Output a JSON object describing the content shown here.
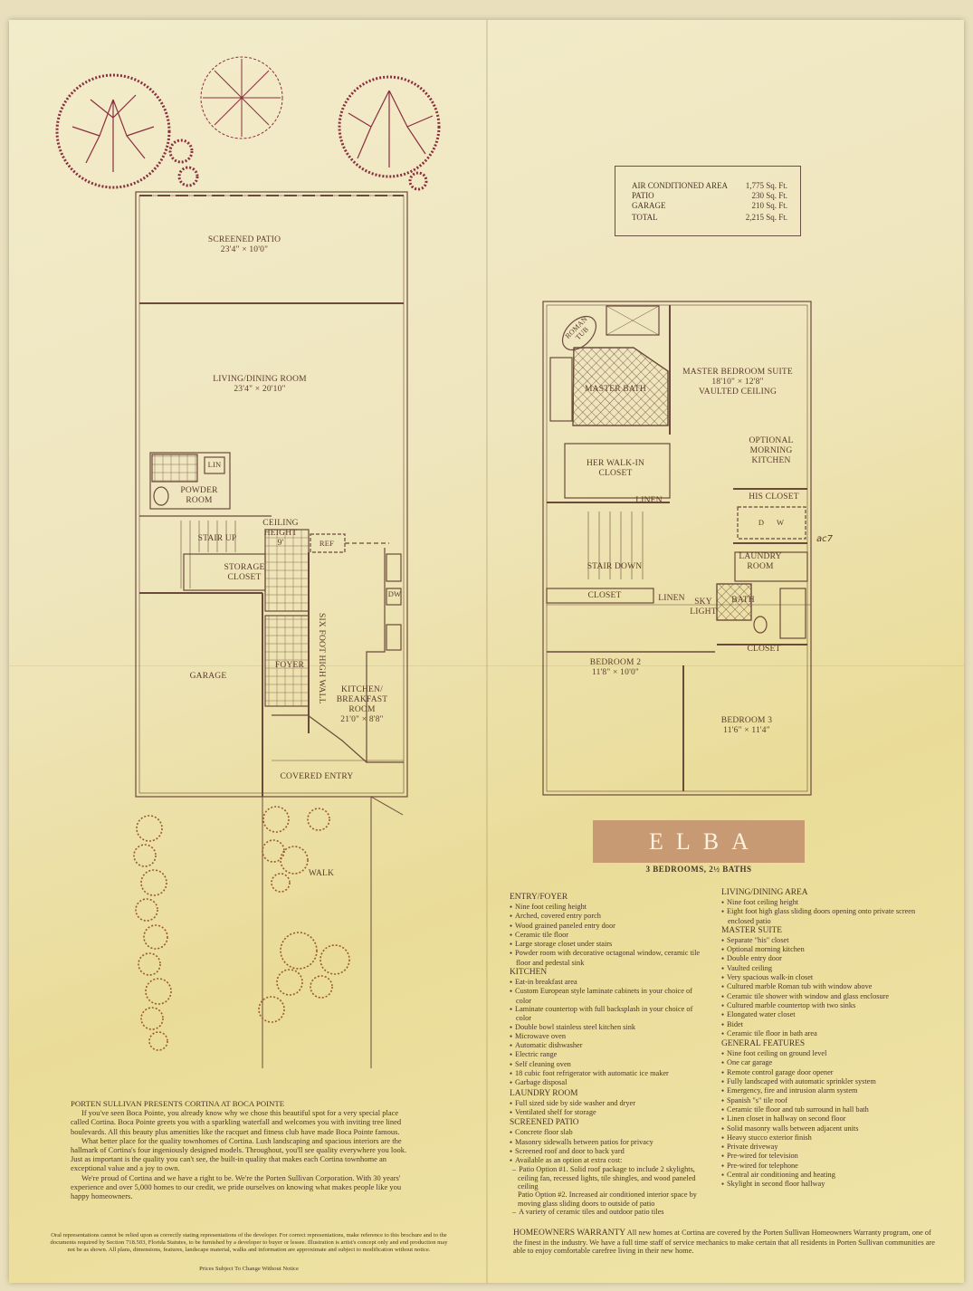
{
  "area_table": {
    "rows": [
      {
        "label": "AIR CONDITIONED AREA",
        "value": "1,775 Sq. Ft."
      },
      {
        "label": "PATIO",
        "value": "230 Sq. Ft."
      },
      {
        "label": "GARAGE",
        "value": "210 Sq. Ft."
      }
    ],
    "total": {
      "label": "TOTAL",
      "value": "2,215 Sq. Ft."
    }
  },
  "ground_floor": {
    "screened_patio": {
      "name": "SCREENED PATIO",
      "dim": "23'4\" × 10'0\""
    },
    "living_dining": {
      "name": "LIVING/DINING ROOM",
      "dim": "23'4\" × 20'10\""
    },
    "lin": "LIN",
    "powder_room": "POWDER ROOM",
    "ceiling_height": {
      "label": "CEILING HEIGHT",
      "value": "9'"
    },
    "stair_up": "STAIR UP",
    "ref": "REF",
    "storage_closet": "STORAGE CLOSET",
    "dw": "DW",
    "six_foot_wall": "SIX FOOT HIGH WALL",
    "garage": "GARAGE",
    "foyer": "FOYER",
    "kitchen": {
      "name": "KITCHEN/ BREAKFAST ROOM",
      "dim": "21'0\" × 8'8\""
    },
    "covered_entry": "COVERED ENTRY",
    "walk": "WALK"
  },
  "second_floor": {
    "roman_tub": "ROMAN TUB",
    "master_bath": "MASTER BATH",
    "master_suite": {
      "name": "MASTER BEDROOM SUITE",
      "dim": "18'10\" × 12'8\"",
      "note": "VAULTED CEILING"
    },
    "her_closet": "HER WALK-IN CLOSET",
    "optional_kitchen": "OPTIONAL MORNING KITCHEN",
    "linen_top": "LINEN",
    "his_closet": "HIS CLOSET",
    "dw_label": "D W",
    "laundry": "LAUNDRY ROOM",
    "stair_down": "STAIR DOWN",
    "closet_left": "CLOSET",
    "linen_mid": "LINEN",
    "sky_light": "SKY LIGHT",
    "bath": "BATH",
    "closet_right": "CLOSET",
    "bedroom2": {
      "name": "BEDROOM 2",
      "dim": "11'8\" × 10'0\""
    },
    "bedroom3": {
      "name": "BEDROOM 3",
      "dim": "11'6\" × 11'4\""
    },
    "handwritten": "ac7"
  },
  "model": {
    "name": "ELBA",
    "subtitle": "3 BEDROOMS, 2½ BATHS"
  },
  "features_left": [
    {
      "heading": "ENTRY/FOYER",
      "items": [
        {
          "t": "i",
          "text": "Nine foot ceiling height"
        },
        {
          "t": "i",
          "text": "Arched, covered entry porch"
        },
        {
          "t": "i",
          "text": "Wood grained paneled entry door"
        },
        {
          "t": "i",
          "text": "Ceramic tile floor"
        },
        {
          "t": "i",
          "text": "Large storage closet under stairs"
        },
        {
          "t": "i",
          "text": "Powder room with decorative octagonal window, ceramic tile floor and pedestal sink"
        }
      ]
    },
    {
      "heading": "KITCHEN",
      "items": [
        {
          "t": "i",
          "text": "Eat-in breakfast area"
        },
        {
          "t": "i",
          "text": "Custom European style laminate cabinets in your choice of color"
        },
        {
          "t": "i",
          "text": "Laminate countertop with full backsplash in your choice of color"
        },
        {
          "t": "i",
          "text": "Double bowl stainless steel kitchen sink"
        },
        {
          "t": "i",
          "text": "Microwave oven"
        },
        {
          "t": "i",
          "text": "Automatic dishwasher"
        },
        {
          "t": "i",
          "text": "Electric range"
        },
        {
          "t": "i",
          "text": "Self cleaning oven"
        },
        {
          "t": "i",
          "text": "18 cubic foot refrigerator with automatic ice maker"
        },
        {
          "t": "i",
          "text": "Garbage disposal"
        }
      ]
    },
    {
      "heading": "LAUNDRY ROOM",
      "items": [
        {
          "t": "i",
          "text": "Full sized side by side washer and dryer"
        },
        {
          "t": "i",
          "text": "Ventilated shelf for storage"
        }
      ]
    },
    {
      "heading": "SCREENED PATIO",
      "items": [
        {
          "t": "i",
          "text": "Concrete floor slab"
        },
        {
          "t": "i",
          "text": "Masonry sidewalls between patios for privacy"
        },
        {
          "t": "i",
          "text": "Screened roof and door to back yard"
        },
        {
          "t": "i",
          "text": "Available as an option at extra cost:"
        },
        {
          "t": "s",
          "text": "Patio Option #1. Solid roof package to include 2 skylights, ceiling fan, recessed lights, tile shingles, and wood paneled ceiling"
        },
        {
          "t": "c",
          "text": "Patio Option #2. Increased air conditioned interior space by moving glass sliding doors to outside of patio"
        },
        {
          "t": "s",
          "text": "A variety of ceramic tiles and outdoor patio tiles"
        }
      ]
    }
  ],
  "features_right": [
    {
      "heading": "LIVING/DINING AREA",
      "items": [
        {
          "t": "i",
          "text": "Nine foot ceiling height"
        },
        {
          "t": "i",
          "text": "Eight foot high glass sliding doors opening onto private screen enclosed patio"
        }
      ]
    },
    {
      "heading": "MASTER SUITE",
      "items": [
        {
          "t": "i",
          "text": "Separate \"his\" closet"
        },
        {
          "t": "i",
          "text": "Optional morning kitchen"
        },
        {
          "t": "i",
          "text": "Double entry door"
        },
        {
          "t": "i",
          "text": "Vaulted ceiling"
        },
        {
          "t": "i",
          "text": "Very spacious walk-in closet"
        },
        {
          "t": "i",
          "text": "Cultured marble Roman tub with window above"
        },
        {
          "t": "i",
          "text": "Ceramic tile shower with window and glass enclosure"
        },
        {
          "t": "i",
          "text": "Cultured marble countertop with two sinks"
        },
        {
          "t": "i",
          "text": "Elongated water closet"
        },
        {
          "t": "i",
          "text": "Bidet"
        },
        {
          "t": "i",
          "text": "Ceramic tile floor in bath area"
        }
      ]
    },
    {
      "heading": "GENERAL FEATURES",
      "items": [
        {
          "t": "i",
          "text": "Nine foot ceiling on ground level"
        },
        {
          "t": "i",
          "text": "One car garage"
        },
        {
          "t": "i",
          "text": "Remote control garage door opener"
        },
        {
          "t": "i",
          "text": "Fully landscaped with automatic sprinkler system"
        },
        {
          "t": "i",
          "text": "Emergency, fire and intrusion alarm system"
        },
        {
          "t": "i",
          "text": "Spanish \"s\" tile roof"
        },
        {
          "t": "i",
          "text": "Ceramic tile floor and tub surround in hall bath"
        },
        {
          "t": "i",
          "text": "Linen closet in hallway on second floor"
        },
        {
          "t": "i",
          "text": "Solid masonry walls between adjacent units"
        },
        {
          "t": "i",
          "text": "Heavy stucco exterior finish"
        },
        {
          "t": "i",
          "text": "Private driveway"
        },
        {
          "t": "i",
          "text": "Pre-wired for television"
        },
        {
          "t": "i",
          "text": "Pre-wired for telephone"
        },
        {
          "t": "i",
          "text": "Central air conditioning and heating"
        },
        {
          "t": "i",
          "text": "Skylight in second floor hallway"
        }
      ]
    }
  ],
  "intro": {
    "title": "PORTEN SULLIVAN PRESENTS CORTINA AT BOCA POINTE",
    "paragraphs": [
      "If you've seen Boca Pointe, you already know why we chose this beautiful spot for a very special place called Cortina. Boca Pointe greets you with a sparkling waterfall and welcomes you with inviting tree lined boulevards. All this beauty plus amenities like the racquet and fitness club have made Boca Pointe famous.",
      "What better place for the quality townhomes of Cortina. Lush landscaping and spacious interiors are the hallmark of Cortina's four ingeniously designed models. Throughout, you'll see quality everywhere you look. Just as important is the quality you can't see, the built-in quality that makes each Cortina townhome an exceptional value and a joy to own.",
      "We're proud of Cortina and we have a right to be. We're the Porten Sullivan Corporation. With 30 years' experience and over 5,000 homes to our credit, we pride ourselves on knowing what makes people like you happy homeowners."
    ]
  },
  "disclaimer": "Oral representations cannot be relied upon as correctly stating representations of the developer. For correct representations, make reference to this brochure and to the documents required by Section 718.503, Florida Statutes, to be furnished by a developer to buyer or lessee. Illustration is artist's concept only and end production may not be as shown. All plans, dimensions, features, landscape material, walks and information are approximate and subject to modification without notice.",
  "prices_note": "Prices Subject To Change Without Notice",
  "warranty": {
    "heading": "HOMEOWNERS WARRANTY",
    "text": "All new homes at Cortina are covered by the Porten Sullivan Homeowners Warranty program, one of the finest in the industry. We have a full time staff of service mechanics to make certain that all residents in Porten Sullivan communities are able to enjoy comfortable carefree living in their new home."
  }
}
